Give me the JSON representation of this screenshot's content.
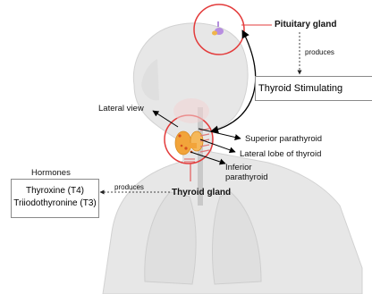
{
  "labels": {
    "pituitary_gland": "Pituitary gland",
    "produces_top": "produces",
    "tsh": "Thyroid Stimulating Hormone (TSH)",
    "lateral_view": "Lateral view",
    "superior_parathyroid": "Superior parathyroid",
    "lateral_lobe": "Lateral lobe of thyroid",
    "inferior_parathyroid_line1": "Inferior",
    "inferior_parathyroid_line2": "parathyroid",
    "hormones_heading": "Hormones",
    "produces_bottom": "produces",
    "thyroid_gland": "Thyroid gland",
    "hormones": [
      "Thyroxine (T4)",
      "Triiodothyronine (T3)"
    ]
  },
  "colors": {
    "highlight_circle": "#e33b3b",
    "arrow": "#000000",
    "thyroid": "#f2a43a",
    "pituitary": "#b78de0",
    "body_silhouette": "#e3e3e3"
  }
}
